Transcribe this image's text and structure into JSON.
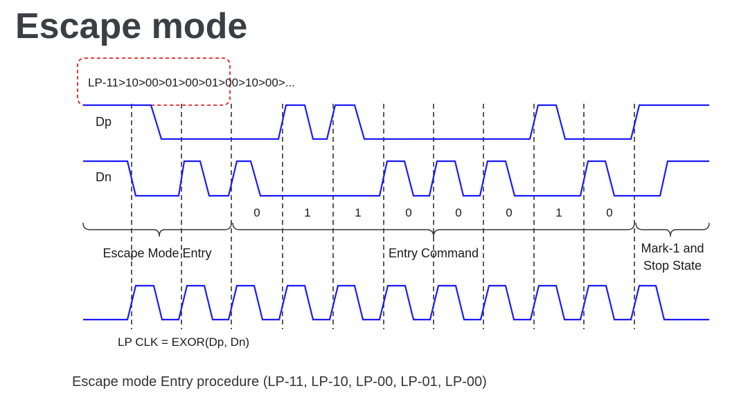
{
  "title": "Escape mode",
  "sequence_label": "LP-11>10>00>01>00>01>00>10>00>...",
  "signals": {
    "dp_label": "Dp",
    "dn_label": "Dn",
    "clock_label": "LP CLK = EXOR(Dp, Dn)"
  },
  "bits": [
    "0",
    "1",
    "1",
    "0",
    "0",
    "0",
    "1",
    "0"
  ],
  "phases": {
    "entry": "Escape Mode Entry",
    "command": "Entry Command",
    "mark_line1": "Mark-1 and",
    "mark_line2": "Stop State"
  },
  "caption": "Escape mode Entry procedure (LP-11, LP-10, LP-00, LP-01,  LP-00)",
  "colors": {
    "signal": "#1a1aff",
    "highlight": "#e02020",
    "dashed": "#222222",
    "brace": "#333333"
  }
}
